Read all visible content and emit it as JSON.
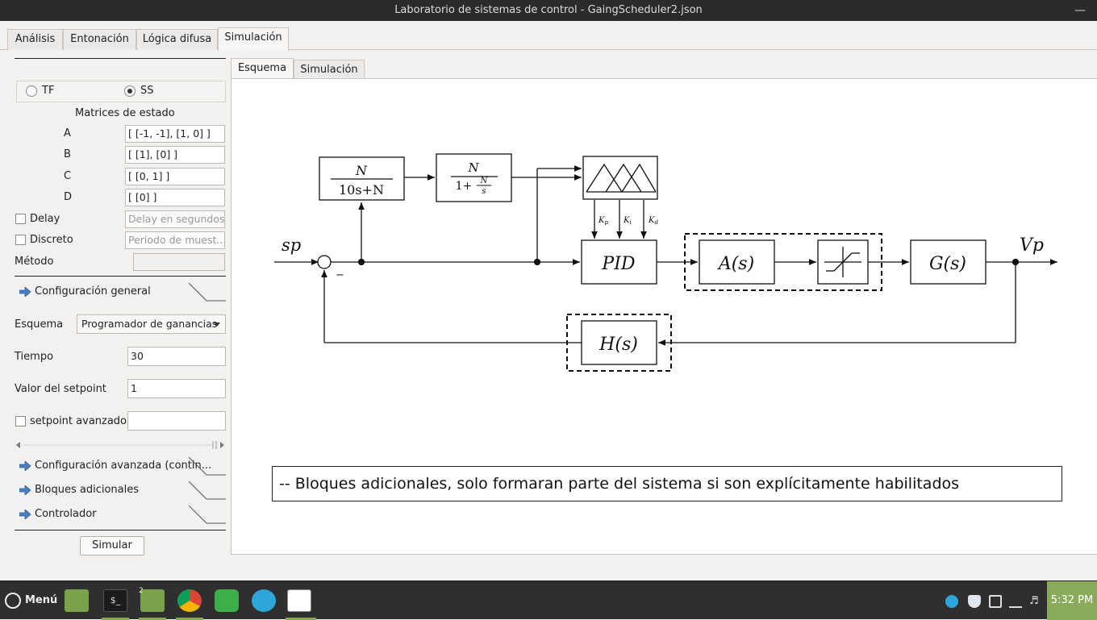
{
  "window": {
    "title": "Laboratorio de sistemas de control - GaingScheduler2.json"
  },
  "main_tabs": [
    "Análisis",
    "Entonación",
    "Lógica difusa",
    "Simulación"
  ],
  "sub_tabs": [
    "Esquema",
    "Simulación"
  ],
  "model_type": {
    "options": [
      "TF",
      "SS"
    ],
    "selected": "SS"
  },
  "state_matrices": {
    "title": "Matrices de estado",
    "rows": [
      {
        "label": "A",
        "value": "[ [-1, -1], [1,  0] ]"
      },
      {
        "label": "B",
        "value": "[ [1], [0] ]"
      },
      {
        "label": "C",
        "value": "[ [0, 1] ]"
      },
      {
        "label": "D",
        "value": "[ [0] ]"
      }
    ]
  },
  "delay": {
    "label": "Delay",
    "placeholder": "Delay en segundos",
    "checked": false
  },
  "discrete": {
    "label": "Discreto",
    "placeholder": "Periodo de muest...",
    "checked": false
  },
  "method": {
    "label": "Método",
    "value": ""
  },
  "sections": {
    "general": "Configuración general",
    "advanced": "Configuración avanzada (contin...",
    "additional": "Bloques adicionales",
    "controller": "Controlador"
  },
  "general_config": {
    "scheme_label": "Esquema",
    "scheme_value": "Programador de ganancias",
    "time_label": "Tiempo",
    "time_value": "30",
    "setpoint_label": "Valor del setpoint",
    "setpoint_value": "1",
    "adv_setpoint_label": "setpoint avanzado",
    "adv_setpoint_value": ""
  },
  "simulate_button": "Simular",
  "diagram": {
    "input": "sp",
    "output": "Vp",
    "minus": "−",
    "filter1_num": "N",
    "filter1_den": "10s+N",
    "filter2_num": "N",
    "filter2_den_a": "1+",
    "filter2_den_b_num": "N",
    "filter2_den_b_den": "s",
    "gains": [
      "K",
      "K",
      "K"
    ],
    "gain_subs": [
      "p",
      "i",
      "d"
    ],
    "pid": "PID",
    "actuator": "A(s)",
    "plant": "G(s)",
    "sensor": "H(s)"
  },
  "note": "-- Bloques adicionales, solo formaran parte del sistema si son explícitamente habilitados",
  "taskbar": {
    "menu": "Menú",
    "clock": "5:32 PM",
    "badge": "2"
  },
  "colors": {
    "accent_arrow": "#4a7fc1",
    "clock_bg": "#8bab5c",
    "titlebar": "#2b2b2b"
  }
}
